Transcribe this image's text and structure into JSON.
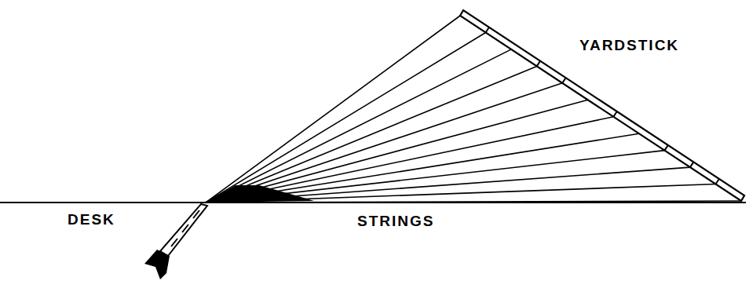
{
  "diagram": {
    "labels": [
      "YARDSTICK",
      "DESK",
      "STRINGS"
    ]
  }
}
